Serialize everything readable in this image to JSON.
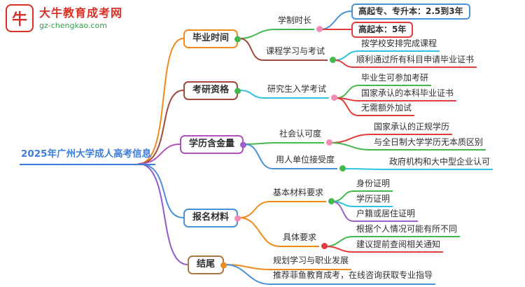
{
  "logo": {
    "brand": "大牛教育成考网",
    "domain": "gz-chengkao.com",
    "icon_char": "牛"
  },
  "central_topic": {
    "label": "2025年广州大学成人高考信息"
  },
  "branches": [
    {
      "label": "毕业时间",
      "children": [
        {
          "label": "学制时长",
          "children": [
            {
              "label": "高起专、专升本：2.5到3年"
            },
            {
              "label": "高起本：5年"
            }
          ]
        },
        {
          "label": "课程学习与考试",
          "children": [
            {
              "label": "按学校安排完成课程"
            },
            {
              "label": "顺利通过所有科目申请毕业证书"
            }
          ]
        }
      ]
    },
    {
      "label": "考研资格",
      "children": [
        {
          "label": "研究生入学考试",
          "children": [
            {
              "label": "毕业生可参加考研"
            },
            {
              "label": "国家承认的本科毕业证书"
            },
            {
              "label": "无需额外加试"
            }
          ]
        }
      ]
    },
    {
      "label": "学历含金量",
      "children": [
        {
          "label": "社会认可度",
          "children": [
            {
              "label": "国家承认的正规学历"
            },
            {
              "label": "与全日制大学学历无本质区别"
            }
          ]
        },
        {
          "label": "用人单位接受度",
          "children": [
            {
              "label": "政府机构和大中型企业认可"
            }
          ]
        }
      ]
    },
    {
      "label": "报名材料",
      "children": [
        {
          "label": "基本材料要求",
          "children": [
            {
              "label": "身份证明"
            },
            {
              "label": "学历证明"
            },
            {
              "label": "户籍或居住证明"
            }
          ]
        },
        {
          "label": "具体要求",
          "children": [
            {
              "label": "根据个人情况可能有所不同"
            },
            {
              "label": "建议提前查阅相关通知"
            }
          ]
        }
      ]
    },
    {
      "label": "结尾",
      "children": [
        {
          "label": "规划学习与职业发展"
        },
        {
          "label": "推荐菲鱼教育成考，在线咨询获取专业指导"
        }
      ]
    }
  ],
  "palette": {
    "orange": "#ef8b1d",
    "green": "#43b94d",
    "cyan": "#2fc1e0",
    "red": "#e23b3b",
    "blue": "#4a90d9",
    "purple": "#9c5fc9",
    "violet": "#8e5bc9",
    "magenta": "#b052b8",
    "maroon": "#a1493f",
    "pink_dot": "#f08bb4",
    "brand_red": "#d93025",
    "brand_green": "#34a04a",
    "central_blue": "#3e7dd8"
  }
}
